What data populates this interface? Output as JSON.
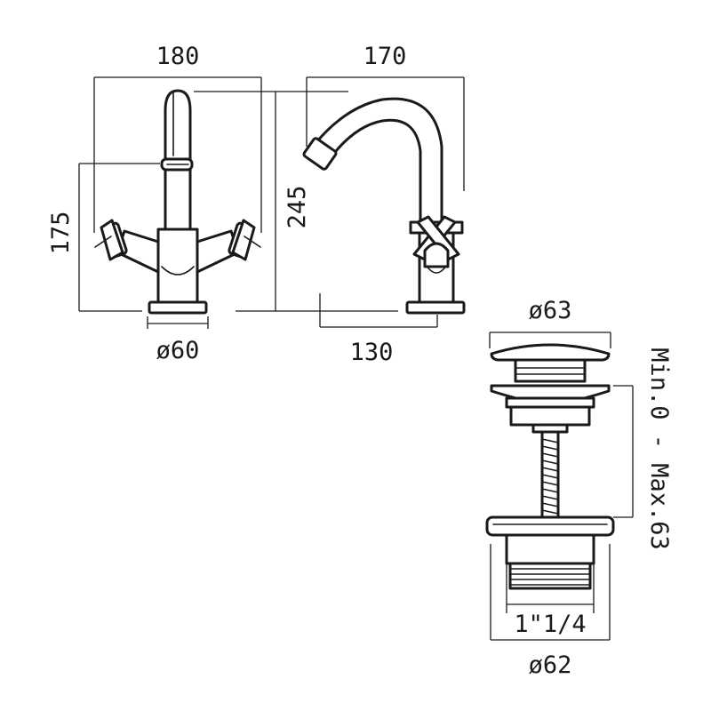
{
  "front_view": {
    "width": "180",
    "height": "175",
    "base_diameter": "ø60"
  },
  "side_view": {
    "reach": "170",
    "height": "245",
    "projection": "130"
  },
  "waste": {
    "cap_diameter": "ø63",
    "adjustment": "Min.0 - Max.63",
    "thread": "1\"1/4",
    "body_diameter": "ø62"
  }
}
